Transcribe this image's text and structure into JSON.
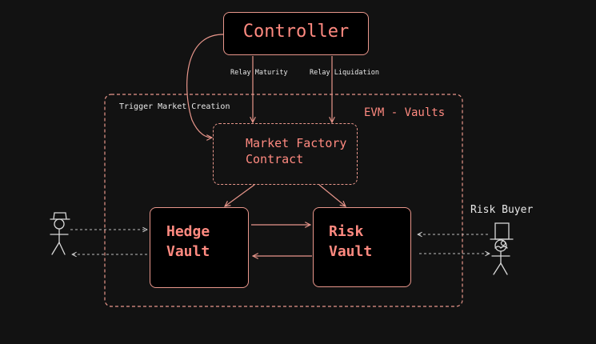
{
  "nodes": {
    "controller": "Controller",
    "market_factory": [
      "Market Factory",
      "Contract"
    ],
    "hedge_vault": [
      "Hedge",
      "Vault"
    ],
    "risk_vault": [
      "Risk",
      "Vault"
    ],
    "risk_buyer": "Risk Buyer"
  },
  "group": {
    "label": "EVM - Vaults"
  },
  "edges": {
    "trigger": "Trigger Market Creation",
    "maturity": "Relay Maturity",
    "liquidation": "Relay Liquidation"
  },
  "colors": {
    "accent": "#ff8a80",
    "stroke": "#e8968b",
    "background": "#121212",
    "text": "#e8e8e8"
  },
  "icons": [
    "hedger-figure-icon",
    "risk-buyer-figure-icon"
  ]
}
